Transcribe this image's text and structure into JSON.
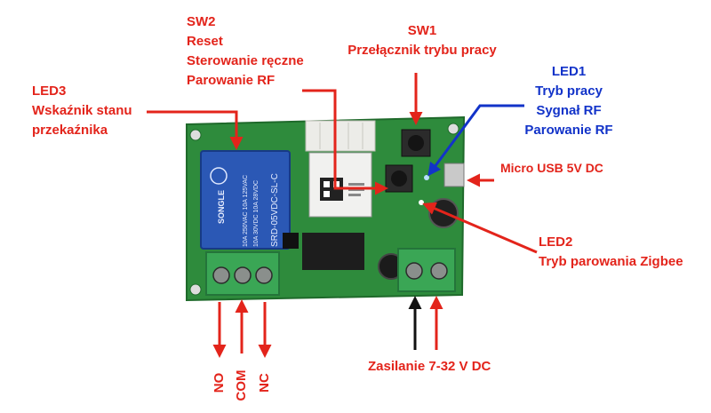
{
  "colors": {
    "red": "#e3241b",
    "blue": "#1233c9",
    "black": "#111111",
    "pcb": "#2e8b3c",
    "relay": "#2b58b5",
    "terminal": "#3aa655"
  },
  "labels": {
    "sw2": {
      "title": "SW2",
      "line1": "Reset",
      "line2": "Sterowanie ręczne",
      "line3": "Parowanie RF"
    },
    "sw1": {
      "title": "SW1",
      "line1": "Przełącznik trybu pracy"
    },
    "led3": {
      "title": "LED3",
      "line1": "Wskaźnik stanu",
      "line2": "przekaźnika"
    },
    "led1": {
      "title": "LED1",
      "line1": "Tryb pracy",
      "line2": "Sygnał RF",
      "line3": "Parowanie RF"
    },
    "usb": {
      "text": "Micro USB 5V DC"
    },
    "led2": {
      "title": "LED2",
      "line1": "Tryb parowania Zigbee"
    },
    "power": {
      "text": "Zasilanie 7-32 V DC"
    },
    "terminals": {
      "no": "NO",
      "com": "COM",
      "nc": "NC"
    }
  },
  "relay_print": {
    "brand": "SONGLE",
    "model": "SRD-05VDC-SL-C",
    "rating1": "10A 250VAC  10A 125VAC",
    "rating2": "10A 30VDC   10A 28VDC"
  }
}
